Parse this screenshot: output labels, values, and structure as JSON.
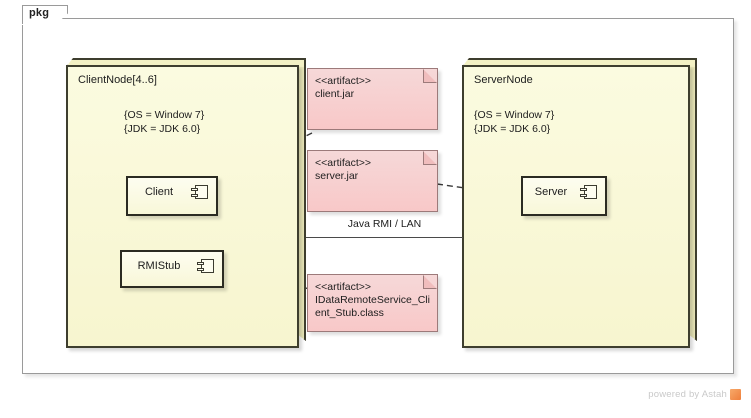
{
  "diagram": {
    "type": "uml-deployment-diagram",
    "package": {
      "tab_label": "pkg"
    },
    "nodes": [
      {
        "id": "client-node",
        "name": "ClientNode[4..6]",
        "properties": "{OS = Window 7}\n{JDK = JDK 6.0}"
      },
      {
        "id": "server-node",
        "name": "ServerNode",
        "properties": "{OS = Window 7}\n{JDK = JDK 6.0}"
      }
    ],
    "components": [
      {
        "id": "client-comp",
        "name": "Client",
        "icon": "component-icon"
      },
      {
        "id": "server-comp",
        "name": "Server",
        "icon": "component-icon"
      },
      {
        "id": "rmistub-comp",
        "name": "RMIStub",
        "icon": "component-icon"
      }
    ],
    "artifacts": [
      {
        "id": "artifact-client",
        "stereotype": "<<artifact>>",
        "name": "client.jar"
      },
      {
        "id": "artifact-server",
        "stereotype": "<<artifact>>",
        "name": "server.jar"
      },
      {
        "id": "artifact-stub",
        "stereotype": "<<artifact>>",
        "name": "IDataRemoteService_Cli\nent_Stub.class"
      }
    ],
    "communication_path": {
      "label": "Java RMI / LAN"
    },
    "dependencies": [
      {
        "from": "client-comp",
        "to": "artifact-client",
        "style": "dashed"
      },
      {
        "from": "artifact-server",
        "to": "server-comp",
        "style": "dashed"
      },
      {
        "from": "rmistub-comp",
        "to": "artifact-stub",
        "style": "dashed"
      }
    ],
    "colors": {
      "node_fill": "#fbfbe0",
      "node_border": "#3e3e2e",
      "artifact_fill": "#f8c8c8",
      "artifact_border": "#9c7a7a",
      "component_fill": "#fdfdf0",
      "frame_border": "#9a9a9a",
      "watermark": "#c9c9c9",
      "logo_accent": "#ef7f3c"
    }
  },
  "watermark": {
    "text": "powered by Astah"
  }
}
